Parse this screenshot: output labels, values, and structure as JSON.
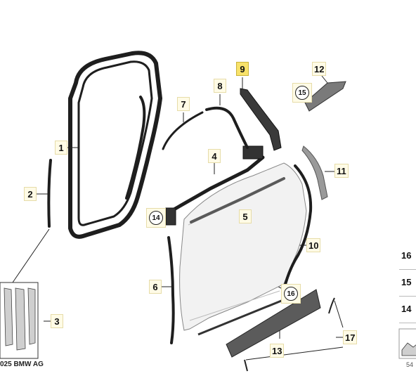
{
  "parts": [
    {
      "id": "1",
      "label": "1"
    },
    {
      "id": "2",
      "label": "2"
    },
    {
      "id": "3",
      "label": "3"
    },
    {
      "id": "4",
      "label": "4"
    },
    {
      "id": "5",
      "label": "5"
    },
    {
      "id": "6",
      "label": "6"
    },
    {
      "id": "7",
      "label": "7"
    },
    {
      "id": "8",
      "label": "8"
    },
    {
      "id": "9",
      "label": "9",
      "highlighted": true
    },
    {
      "id": "10",
      "label": "10"
    },
    {
      "id": "11",
      "label": "11"
    },
    {
      "id": "12",
      "label": "12"
    },
    {
      "id": "13",
      "label": "13"
    },
    {
      "id": "17",
      "label": "17"
    }
  ],
  "refs": {
    "r14": "14",
    "r15": "15",
    "r16": "16"
  },
  "legend": [
    "16",
    "15",
    "14"
  ],
  "copyright": "025 BMW AG",
  "image_number": "54",
  "colors": {
    "label_bg": "#fffbe6",
    "label_highlight": "#f8e26a",
    "line": "#222222",
    "panel": "#f2f2f2"
  }
}
